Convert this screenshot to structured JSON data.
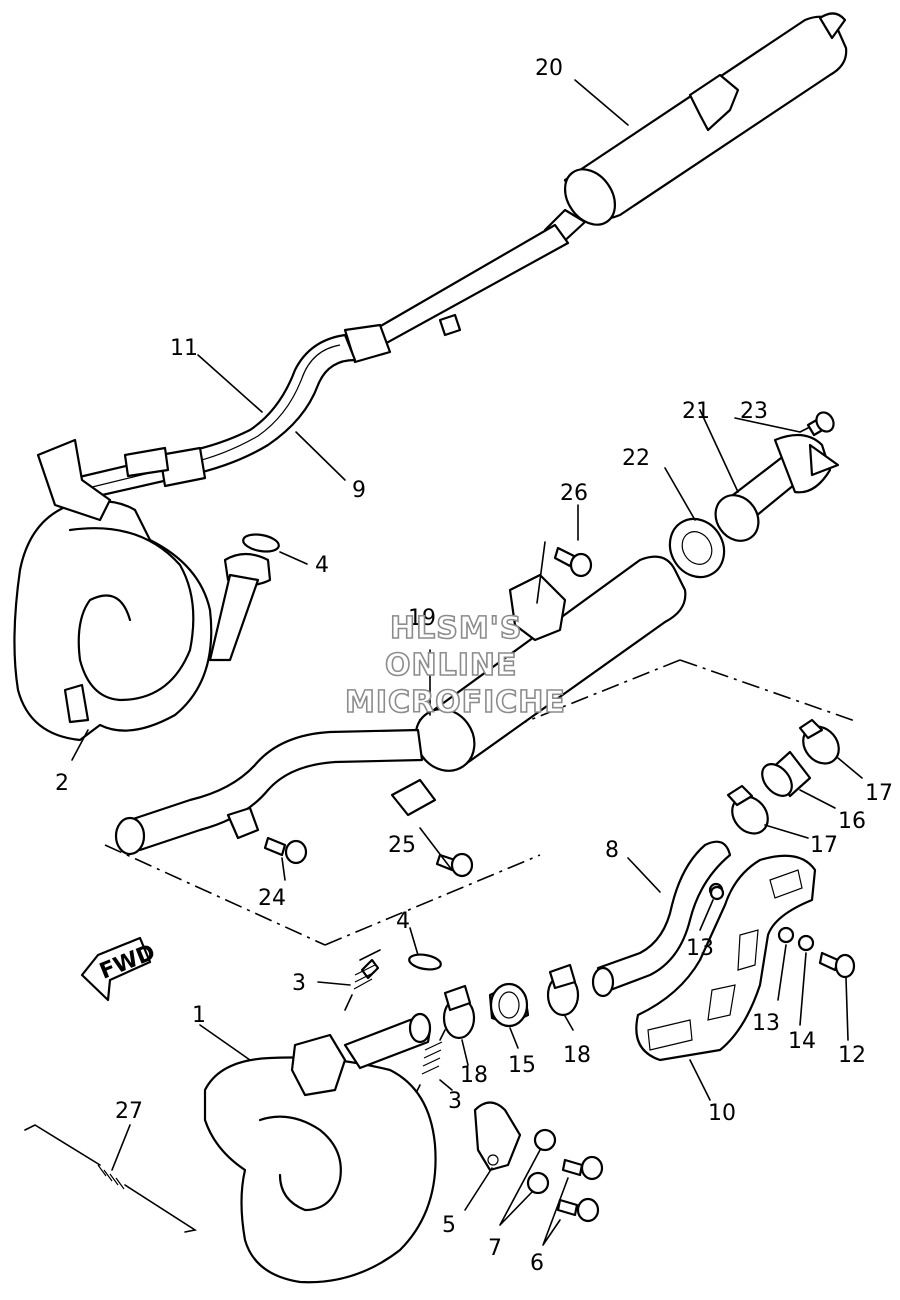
{
  "watermark": [
    "HLSM'S",
    "ONLINE",
    "MICROFICHE"
  ],
  "direction_label": "FWD",
  "callouts": {
    "c1": "1",
    "c2": "2",
    "c3a": "3",
    "c3b": "3",
    "c4a": "4",
    "c4b": "4",
    "c5": "5",
    "c6": "6",
    "c7": "7",
    "c8": "8",
    "c9": "9",
    "c10": "10",
    "c11": "11",
    "c12": "12",
    "c13a": "13",
    "c13b": "13",
    "c14": "14",
    "c15": "15",
    "c16": "16",
    "c17a": "17",
    "c17b": "17",
    "c18a": "18",
    "c18b": "18",
    "c19": "19",
    "c20": "20",
    "c21": "21",
    "c22": "22",
    "c23": "23",
    "c24": "24",
    "c25": "25",
    "c26": "26",
    "c27": "27"
  }
}
